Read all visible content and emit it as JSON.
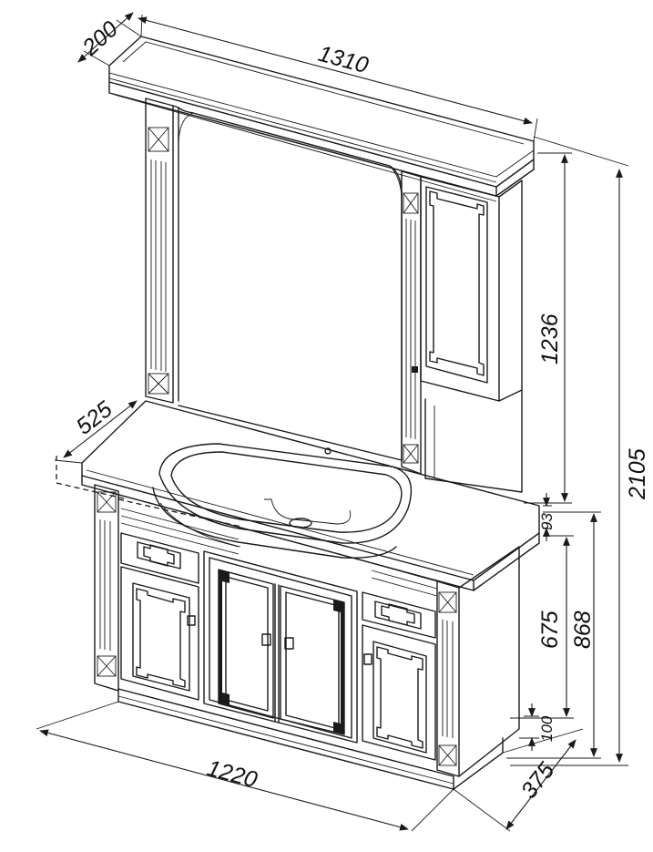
{
  "dimensions": {
    "mirror_depth": "200",
    "mirror_width": "1310",
    "mirror_height": "1236",
    "total_height": "2105",
    "countertop_depth": "525",
    "countertop_thickness": "93",
    "cabinet_body_height": "675",
    "cabinet_height": "868",
    "plinth_height": "100",
    "cabinet_depth": "375",
    "cabinet_width": "1220"
  }
}
